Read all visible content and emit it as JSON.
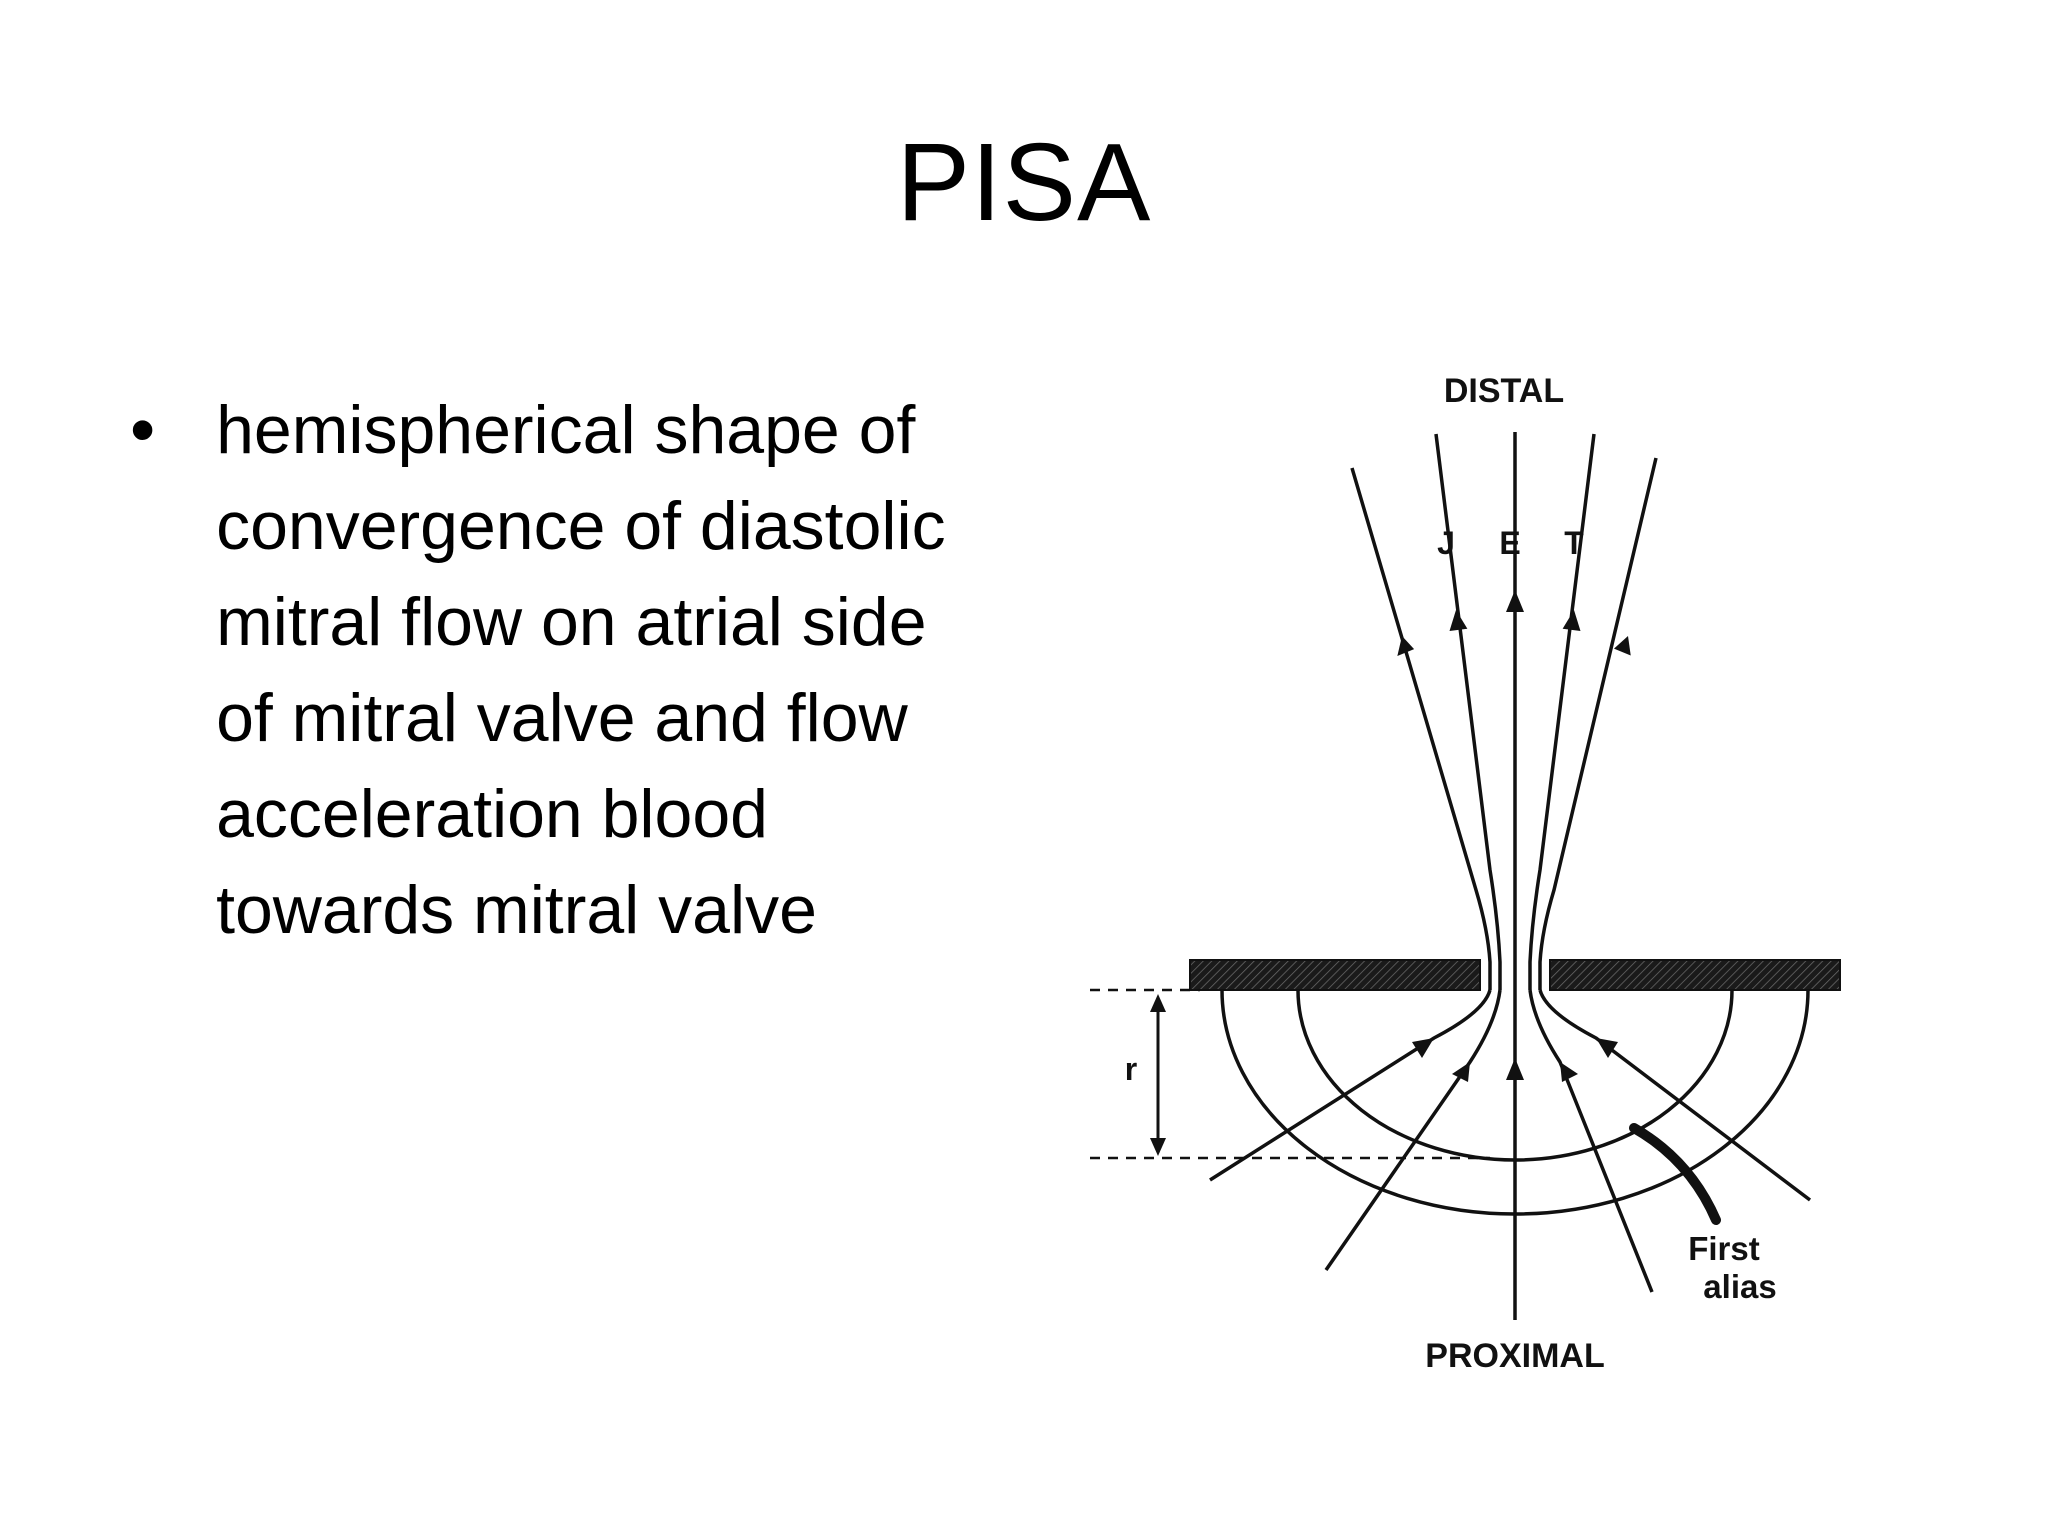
{
  "slide": {
    "title": "PISA",
    "bullet_lines": [
      "hemispherical shape of",
      "convergence of diastolic",
      "mitral flow on atrial side",
      "of mitral valve and flow",
      "acceleration blood",
      "towards mitral valve"
    ]
  },
  "diagram": {
    "label_distal": "DISTAL",
    "jet_letters": [
      "J",
      "E",
      "T"
    ],
    "label_radius": "r",
    "label_first": "First",
    "label_alias": "alias",
    "label_proximal": "PROXIMAL"
  }
}
